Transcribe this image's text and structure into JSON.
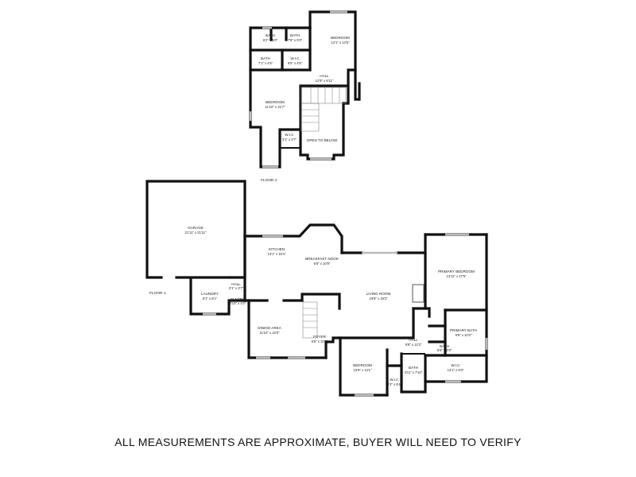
{
  "floor2": {
    "label": "FLOOR 2",
    "rooms": [
      {
        "name": "BATH",
        "dims": "6'2\" x 5'0\""
      },
      {
        "name": "BATH",
        "dims": "7'6\" x 5'0\""
      },
      {
        "name": "BEDROOM",
        "dims": "12'1\" x 13'5\""
      },
      {
        "name": "BATH",
        "dims": "7'1\" x 4'5\""
      },
      {
        "name": "W.I.C",
        "dims": "6'5\" x 4'5\""
      },
      {
        "name": "HALL",
        "dims": "12'9\" x 6'11\""
      },
      {
        "name": "BEDROOM",
        "dims": "11'10\" x 21'7\""
      },
      {
        "name": "W.I.C",
        "dims": "3'1\" x 3'7\""
      },
      {
        "name": "OPEN TO BELOW",
        "dims": ""
      }
    ]
  },
  "floor1": {
    "label": "FLOOR 1",
    "rooms": [
      {
        "name": "GARAGE",
        "dims": "21'11\" x 21'11\""
      },
      {
        "name": "LAUNDRY",
        "dims": "8'1\" x 8'1\""
      },
      {
        "name": "HALL",
        "dims": "3'1\" x 3'7\""
      },
      {
        "name": "PANTRY",
        "dims": "4'10\" x 4'2\""
      },
      {
        "name": "KITCHEN",
        "dims": "13'1\" x 15'4\""
      },
      {
        "name": "BREAKFAST NOOK",
        "dims": "6'8\" x 10'9\""
      },
      {
        "name": "DINING AREA",
        "dims": "11'10\" x 12'6\""
      },
      {
        "name": "FOYER",
        "dims": "6'8\" x 10'6\""
      },
      {
        "name": "LIVING ROOM",
        "dims": "19'9\" x 19'3\""
      },
      {
        "name": "PRIMARY BEDROOM",
        "dims": "13'11\" x 17'9\""
      },
      {
        "name": "PRIMARY BATH",
        "dims": "9'8\" x 10'2\""
      },
      {
        "name": "BATH",
        "dims": "5'8\" x 2'9\""
      },
      {
        "name": "HALL",
        "dims": "9'8\" x 12'2\""
      },
      {
        "name": "W.I.C",
        "dims": "14'1\" x 6'0\""
      },
      {
        "name": "BEDROOM",
        "dims": "10'9\" x 13'1\""
      },
      {
        "name": "W.I.C",
        "dims": "3'3\" x 6'4\""
      },
      {
        "name": "BATH",
        "dims": "4'11\" x 7'10\""
      }
    ]
  },
  "footer": "ALL MEASUREMENTS ARE APPROXIMATE, BUYER WILL NEED TO VERIFY"
}
